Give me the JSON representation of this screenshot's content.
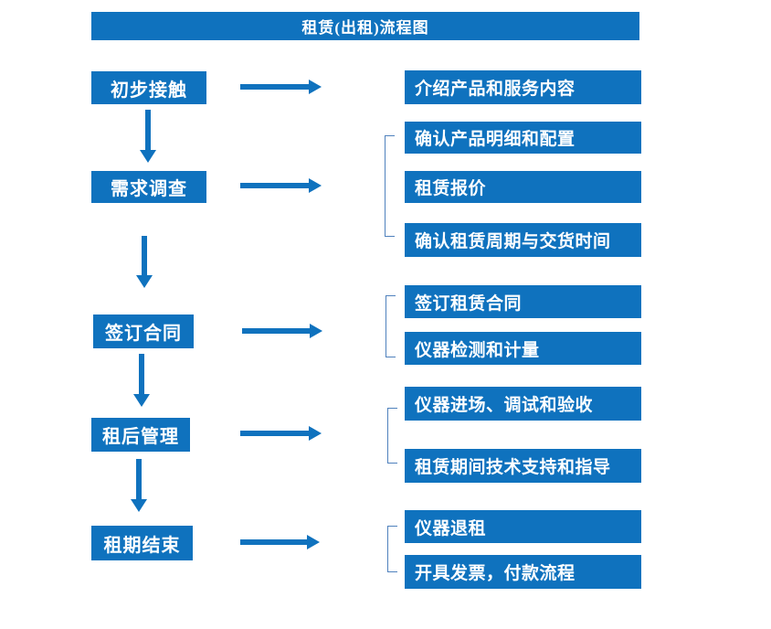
{
  "title": "租赁(出租)流程图",
  "colors": {
    "primary": "#0f72be",
    "bracket": "#4f81bd",
    "text": "#ffffff",
    "background": "#ffffff"
  },
  "icons": {
    "down_arrow": "solid-down-arrow-shape",
    "right_arrow": "solid-right-arrow-shape",
    "bracket": "square-group-bracket"
  },
  "steps": [
    {
      "label": "初步接触"
    },
    {
      "label": "需求调查"
    },
    {
      "label": "签订合同"
    },
    {
      "label": "租后管理"
    },
    {
      "label": "租期结束"
    }
  ],
  "details": [
    {
      "label": "介绍产品和服务内容"
    },
    {
      "label": "确认产品明细和配置"
    },
    {
      "label": "租赁报价"
    },
    {
      "label": "确认租赁周期与交货时间"
    },
    {
      "label": "签订租赁合同"
    },
    {
      "label": "仪器检测和计量"
    },
    {
      "label": "仪器进场、调试和验收"
    },
    {
      "label": "租赁期间技术支持和指导"
    },
    {
      "label": "仪器退租"
    },
    {
      "label": "开具发票，付款流程"
    }
  ]
}
